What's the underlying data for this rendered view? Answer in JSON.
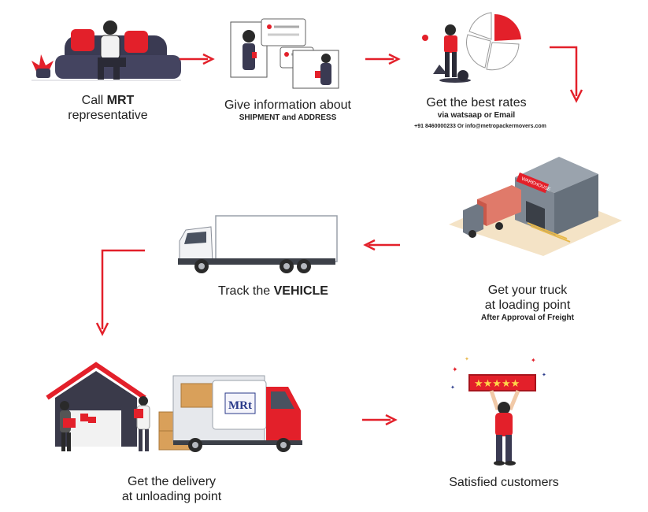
{
  "colors": {
    "accent": "#e3202a",
    "dark": "#3a3a4a",
    "grey": "#8a8f99"
  },
  "steps": [
    {
      "line1_prefix": "Call ",
      "line1_bold": "MRT",
      "line2": "representative"
    },
    {
      "line1": "Give information about",
      "sub": "SHIPMENT and ADDRESS"
    },
    {
      "line1": "Get the best rates",
      "sub": "via watsaap or Email",
      "contact": "+91 8460000233 Or info@metropackermovers.com"
    },
    {
      "line1": "Get your truck",
      "line2": "at loading point",
      "sub": "After Approval of Freight",
      "sign": "WAREHOUSE"
    },
    {
      "line1_prefix": "Track the  ",
      "line1_bold": "VEHICLE"
    },
    {
      "line1": "Get the delivery",
      "line2": "at unloading point",
      "logo": "MRt"
    },
    {
      "line1": "Satisfied  customers"
    }
  ]
}
